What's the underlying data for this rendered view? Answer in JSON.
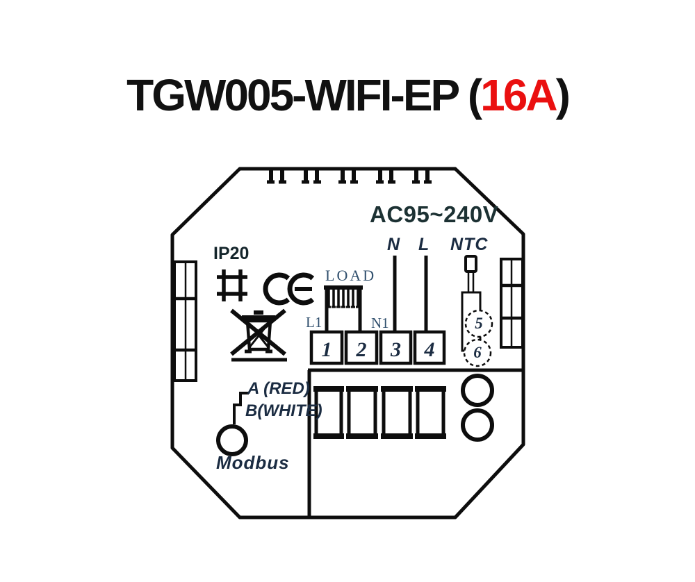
{
  "title": {
    "model_part": "TGW005-WIFI-EP (",
    "current_rating": "16A",
    "close_part": ")"
  },
  "colors": {
    "rating_red": "#ea1010",
    "title_black": "#111111",
    "outline_black": "#0d0d0d",
    "label_navy": "#1b2c42",
    "power_label_color": "#1c3133",
    "serif_label_blue": "#31506e"
  },
  "diagram": {
    "power_rating": "AC95~240V",
    "ingress_protection": "IP20",
    "load_label": "LOAD",
    "wire_labels": {
      "l1": "L1",
      "n1": "N1",
      "neutral": "N",
      "live": "L",
      "sensor": "NTC"
    },
    "terminals": [
      "1",
      "2",
      "3",
      "4"
    ],
    "sensor_terminals": [
      "5",
      "6"
    ],
    "rs485": {
      "a": "A (RED)",
      "b": "B(WHITE)",
      "bus": "Modbus"
    },
    "icons": [
      "grid-square-icon",
      "ce-mark-icon",
      "weee-crossed-bin-icon"
    ]
  }
}
